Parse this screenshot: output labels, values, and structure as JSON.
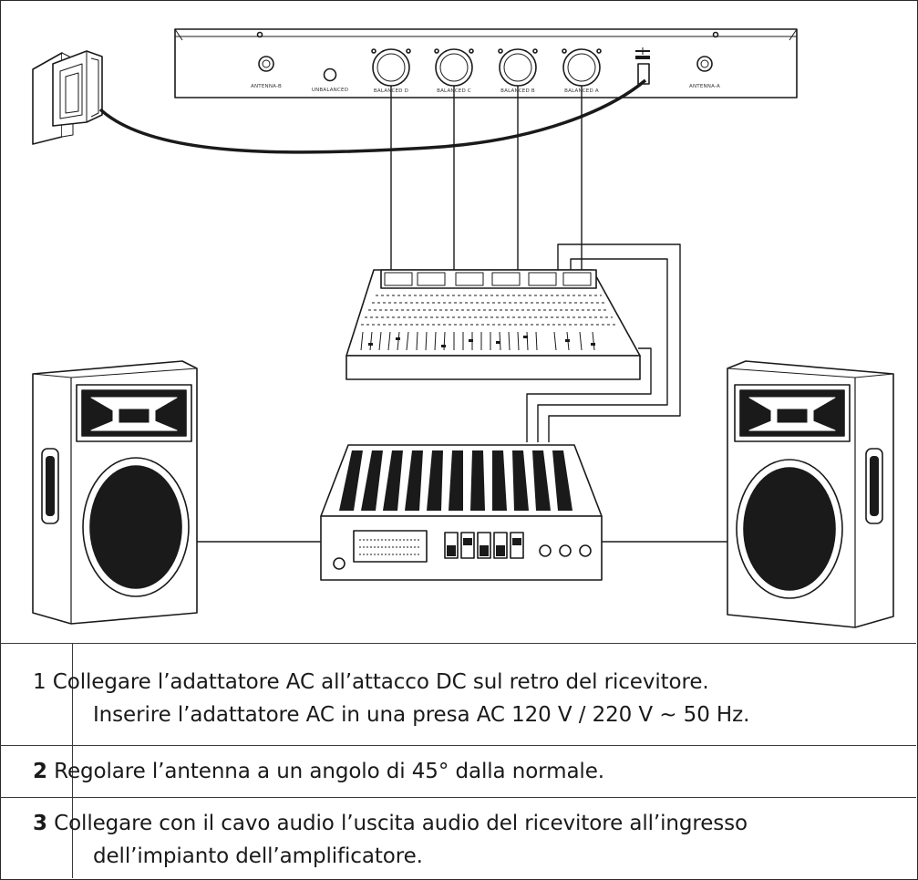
{
  "receiver": {
    "labels": {
      "antenna_b": "ANTENNA-B",
      "unbalanced": "UNBALANCED",
      "balanced_d": "BALANCED D",
      "balanced_c": "BALANCED C",
      "balanced_b": "BALANCED B",
      "balanced_a": "BALANCED A",
      "antenna_a": "ANTENNA-A"
    }
  },
  "steps": [
    {
      "number": "1",
      "number_bold": false,
      "lines": [
        "Collegare l’adattatore AC all’attacco DC sul retro del ricevitore.",
        "Inserire l’adattatore AC in una presa AC 120 V / 220 V ~ 50 Hz."
      ]
    },
    {
      "number": "2",
      "number_bold": true,
      "lines": [
        "Regolare l’antenna a un angolo di 45° dalla normale."
      ]
    },
    {
      "number": "3",
      "number_bold": true,
      "lines": [
        "Collegare con il cavo audio l’uscita audio del ricevitore all’ingresso",
        "dell’impianto dell’amplificatore."
      ]
    }
  ]
}
